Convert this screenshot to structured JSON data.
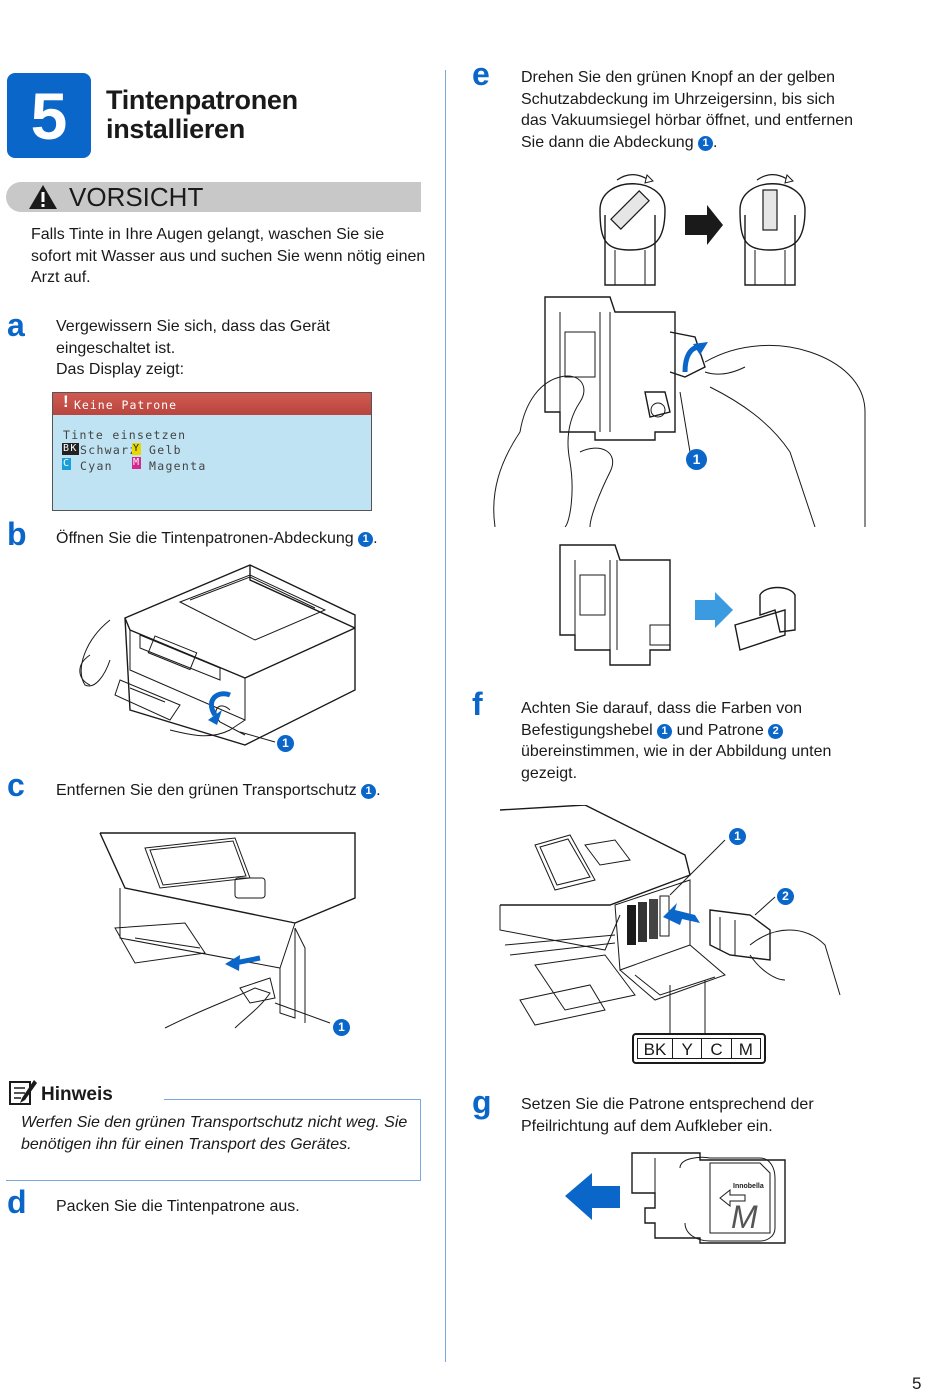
{
  "section": {
    "number": "5",
    "title": "Tintenpatronen\ninstallieren"
  },
  "caution": {
    "title": "VORSICHT",
    "text": "Falls Tinte in Ihre Augen gelangt, waschen Sie sie sofort mit Wasser aus und suchen Sie wenn nötig einen Arzt auf."
  },
  "steps": {
    "a": {
      "letter": "a",
      "line1": "Vergewissern Sie sich, dass das Gerät",
      "line2": "eingeschaltet ist.",
      "line3": "Das Display zeigt:"
    },
    "b": {
      "letter": "b",
      "text": "Öffnen Sie die Tintenpatronen-Abdeckung",
      "callout": "1",
      "end": "."
    },
    "c": {
      "letter": "c",
      "text": "Entfernen Sie den grünen Transportschutz",
      "callout": "1",
      "end": "."
    },
    "d": {
      "letter": "d",
      "text": "Packen Sie die Tintenpatrone aus."
    },
    "e": {
      "letter": "e",
      "line1": "Drehen Sie den grünen Knopf an der gelben",
      "line2": "Schutzabdeckung im Uhrzeigersinn, bis sich",
      "line3": "das Vakuumsiegel hörbar öffnet, und entfernen",
      "line4": "Sie dann die Abdeckung",
      "callout": "1",
      "end": "."
    },
    "f": {
      "letter": "f",
      "line1": "Achten Sie darauf, dass die Farben von",
      "line2a": "Befestigungshebel",
      "callout1": "1",
      "line2b": "und Patrone",
      "callout2": "2",
      "line3": "übereinstimmen, wie in der Abbildung unten",
      "line4": "gezeigt."
    },
    "g": {
      "letter": "g",
      "line1": "Setzen Sie die Patrone entsprechend der",
      "line2": "Pfeilrichtung auf dem Aufkleber ein."
    }
  },
  "display": {
    "header": "Keine Patrone",
    "header_mark": "!",
    "line1": "Tinte einsetzen",
    "row1": {
      "tag1": "BK",
      "label1": "Schwarz",
      "tag2": "Y",
      "label2": "Gelb"
    },
    "row2": {
      "tag1": "C",
      "label1": "Cyan",
      "tag2": "M",
      "label2": "Magenta"
    }
  },
  "figure_labels": {
    "callout_one": "1",
    "callout_two": "2",
    "color_slots": [
      "BK",
      "Y",
      "C",
      "M"
    ],
    "cartridge_brand": "Innobella",
    "cartridge_letter": "M"
  },
  "note": {
    "title": "Hinweis",
    "text": "Werfen Sie den grünen Transportschutz nicht weg. Sie benötigen ihn für einen Transport des Gerätes."
  },
  "page_number": "5",
  "colors": {
    "accent": "#0a66c8",
    "caution_bar": "#c8c8c8",
    "lcd_background": "#bfe3f2",
    "lcd_header": "#b8453e"
  }
}
